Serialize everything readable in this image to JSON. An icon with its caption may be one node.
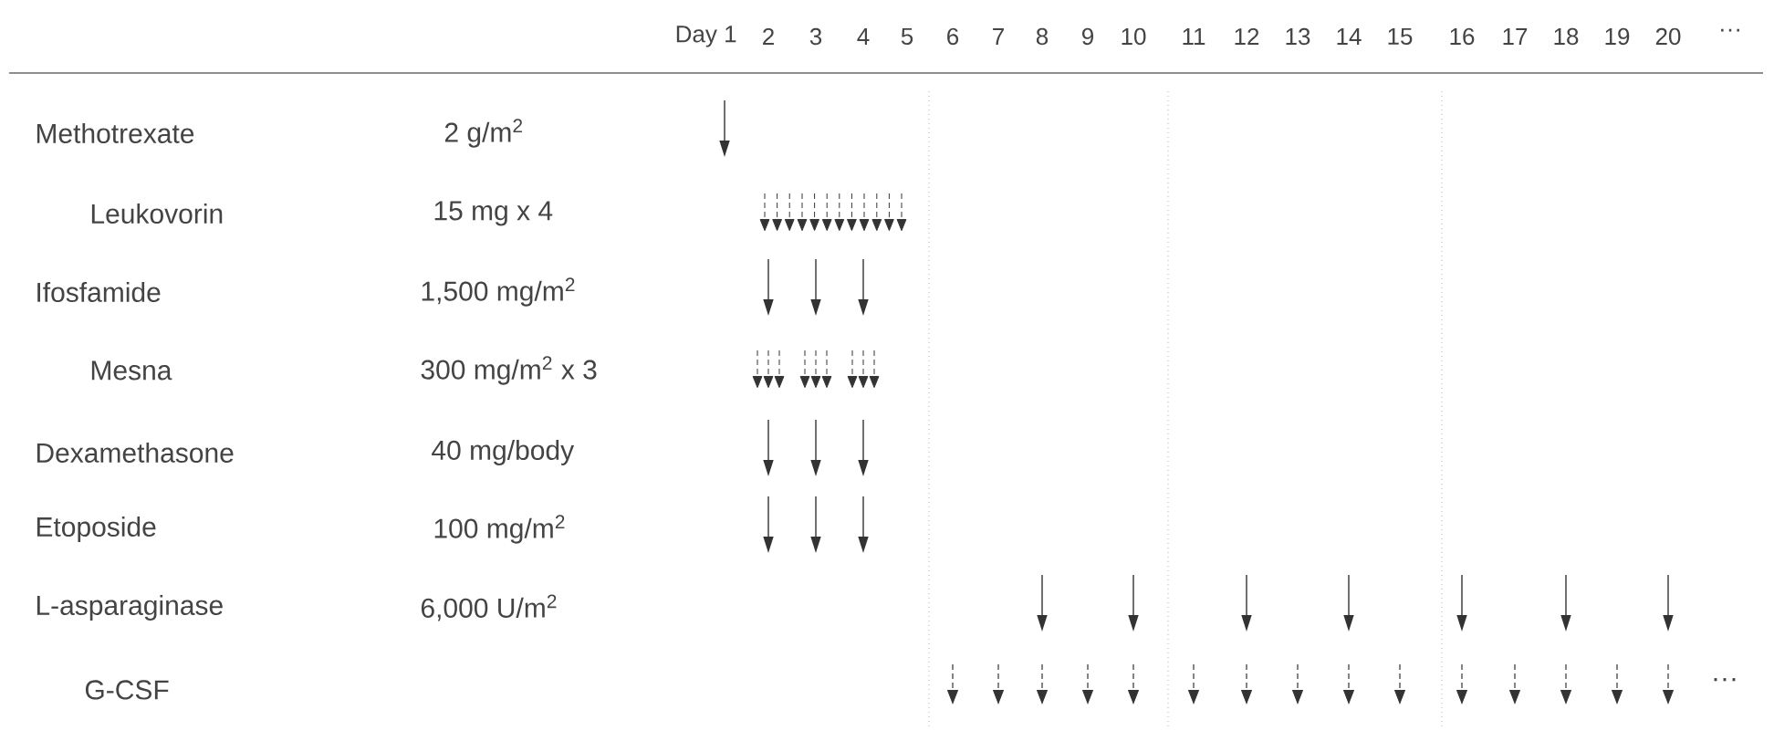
{
  "diagram": {
    "labels": [
      "Day 1",
      "2",
      "3",
      "4",
      "5",
      "6",
      "7",
      "8",
      "9",
      "10",
      "11",
      "12",
      "13",
      "14",
      "15",
      "16",
      "17",
      "18",
      "19",
      "20",
      "···",
      "Methotrexate",
      "2 g/m$^{2}$",
      "Leukovorin",
      "15 mg x 4",
      "Ifosfamide",
      "1,500 mg/m$^{2}$",
      "Mesna",
      "300 mg/m$^{2}$ x 3",
      "Dexamethasone",
      "40 mg/body",
      "Etoposide",
      "100 mg/m$^{2}$",
      "L-asparaginase",
      "6,000 U/m$^{2}$",
      "G-CSF",
      "···"
    ]
  }
}
